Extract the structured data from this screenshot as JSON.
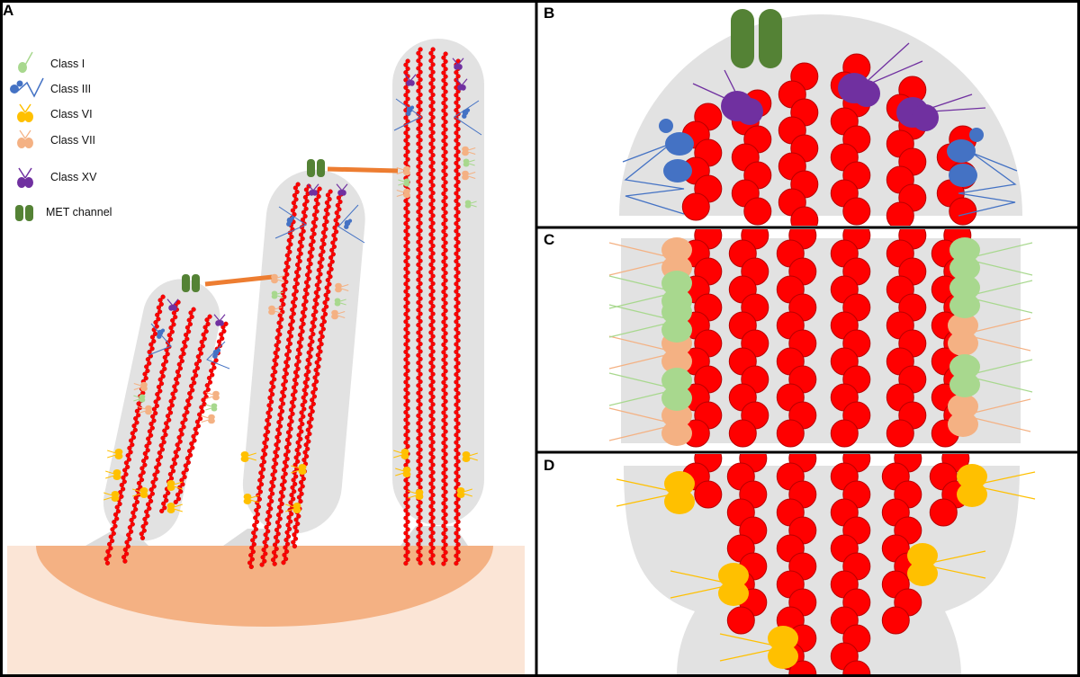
{
  "panels": {
    "a": {
      "label": "A"
    },
    "b": {
      "label": "B"
    },
    "c": {
      "label": "C"
    },
    "d": {
      "label": "D"
    }
  },
  "legend": [
    {
      "key": "class-i",
      "label": "Class I",
      "color": "#a8d88e",
      "icon": "class-i-myosin-icon"
    },
    {
      "key": "class-iii",
      "label": "Class III",
      "color": "#4472c4",
      "icon": "class-iii-myosin-icon"
    },
    {
      "key": "class-vi",
      "label": "Class VI",
      "color": "#ffc000",
      "icon": "class-vi-myosin-icon"
    },
    {
      "key": "class-vii",
      "label": "Class VII",
      "color": "#f4b183",
      "icon": "class-vii-myosin-icon"
    },
    {
      "key": "class-xv",
      "label": "Class XV",
      "color": "#7030a0",
      "icon": "class-xv-myosin-icon"
    },
    {
      "key": "met",
      "label": "MET channel",
      "color": "#548235",
      "icon": "met-channel-icon"
    }
  ],
  "colors": {
    "actin": "#ff0000",
    "stereocilium": "#e2e2e2",
    "tip_link": "#ed7d31",
    "cuticular_plate": "#f4b183",
    "cell_body": "#fbe5d6"
  }
}
